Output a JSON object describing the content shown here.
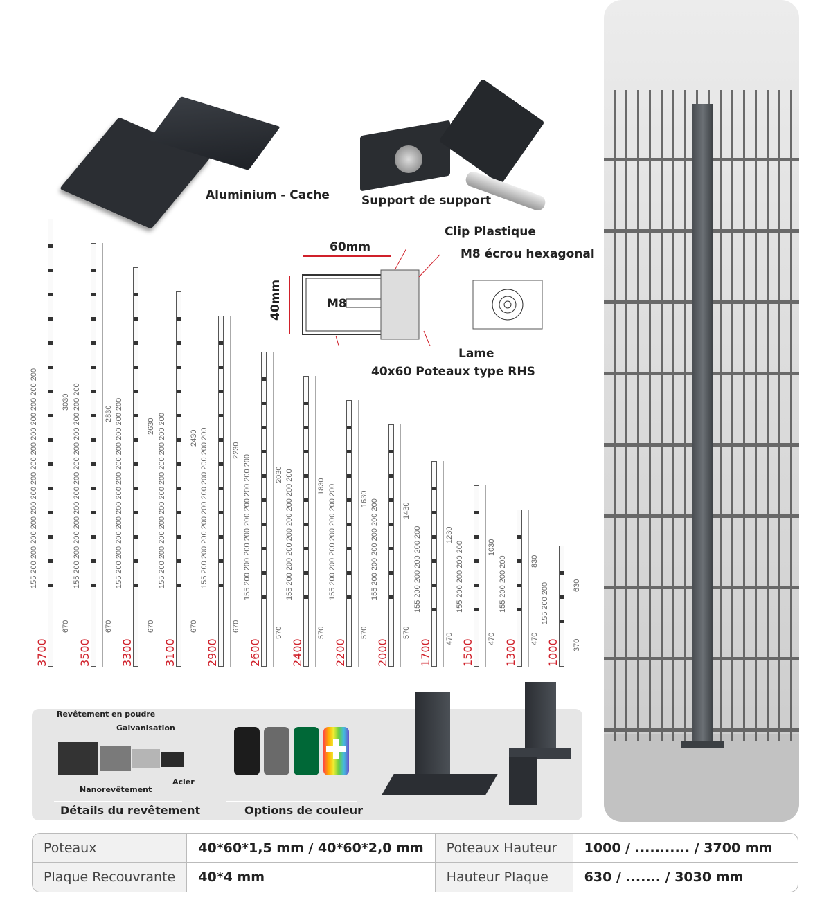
{
  "accessories": {
    "cap_label": "Aluminium - Cache",
    "support_label": "Support de support"
  },
  "diagram": {
    "width": "60mm",
    "height": "40mm",
    "bolt": "M8",
    "clip": "Clip Plastique",
    "nut": "M8 écrou hexagonal",
    "blade": "Lame",
    "post_type": "40x60 Poteaux type RHS"
  },
  "posts": [
    {
      "height": "3700",
      "top": "3030",
      "bottom": "670",
      "spacing": "155 200 200 200 200 200 200 200 200 200 200 200 200 200 200"
    },
    {
      "height": "3500",
      "top": "2830",
      "bottom": "670",
      "spacing": "155 200 200 200 200 200 200 200 200 200 200 200 200 200"
    },
    {
      "height": "3300",
      "top": "2630",
      "bottom": "670",
      "spacing": "155 200 200 200 200 200 200 200 200 200 200 200 200"
    },
    {
      "height": "3100",
      "top": "2430",
      "bottom": "670",
      "spacing": "155 200 200 200 200 200 200 200 200 200 200 200"
    },
    {
      "height": "2900",
      "top": "2230",
      "bottom": "670",
      "spacing": "155 200 200 200 200 200 200 200 200 200 200"
    },
    {
      "height": "2600",
      "top": "2030",
      "bottom": "570",
      "spacing": "155 200 200 200 200 200 200 200 200 200"
    },
    {
      "height": "2400",
      "top": "1830",
      "bottom": "570",
      "spacing": "155 200 200 200 200 200 200 200 200"
    },
    {
      "height": "2200",
      "top": "1630",
      "bottom": "570",
      "spacing": "155 200 200 200 200 200 200 200"
    },
    {
      "height": "2000",
      "top": "1430",
      "bottom": "570",
      "spacing": "155 200 200 200 200 200 200"
    },
    {
      "height": "1700",
      "top": "1230",
      "bottom": "470",
      "spacing": "155 200 200 200 200 200"
    },
    {
      "height": "1500",
      "top": "1030",
      "bottom": "470",
      "spacing": "155 200 200 200 200"
    },
    {
      "height": "1300",
      "top": "830",
      "bottom": "470",
      "spacing": "155 200 200 200"
    },
    {
      "height": "1000",
      "top": "630",
      "bottom": "370",
      "spacing": "155 200 200"
    }
  ],
  "coating": {
    "powder": "Revêtement en poudre",
    "galv": "Galvanisation",
    "nano": "Nanorevêtement",
    "steel": "Acier",
    "title": "Détails du revêtement"
  },
  "colors": {
    "title": "Options de couleur",
    "swatches": [
      "#1c1c1c",
      "#6a6a6a",
      "#006837"
    ],
    "accent": "#d0202a"
  },
  "specs": {
    "rows": [
      {
        "k1": "Poteaux",
        "v1": "40*60*1,5 mm / 40*60*2,0 mm",
        "k2": "Poteaux Hauteur",
        "v2": "1000 / ........... / 3700 mm"
      },
      {
        "k1": "Plaque Recouvrante",
        "v1": "40*4 mm",
        "k2": "Hauteur Plaque",
        "v2": "630 / ....... / 3030 mm"
      }
    ]
  }
}
